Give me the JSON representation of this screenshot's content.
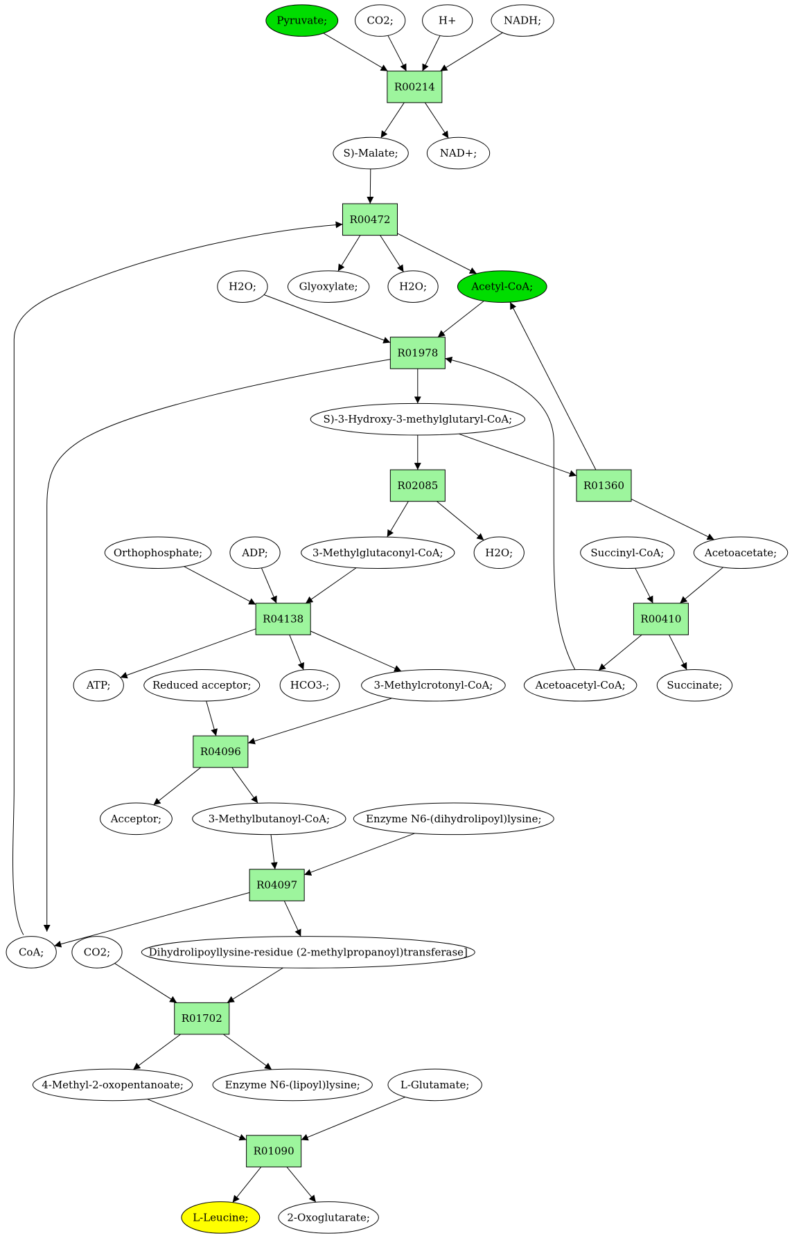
{
  "diagram": {
    "nodes": [
      {
        "id": "pyruvate",
        "label": "Pyruvate;",
        "kind": "compound",
        "fill": "#00dd00"
      },
      {
        "id": "co2_top",
        "label": "CO2;",
        "kind": "compound",
        "fill": "#ffffff"
      },
      {
        "id": "hplus",
        "label": "H+",
        "kind": "compound",
        "fill": "#ffffff"
      },
      {
        "id": "nadh",
        "label": "NADH;",
        "kind": "compound",
        "fill": "#ffffff"
      },
      {
        "id": "r00214",
        "label": "R00214",
        "kind": "reaction",
        "fill": "#9df59d"
      },
      {
        "id": "malate",
        "label": "S)-Malate;",
        "kind": "compound",
        "fill": "#ffffff"
      },
      {
        "id": "nadplus",
        "label": "NAD+;",
        "kind": "compound",
        "fill": "#ffffff"
      },
      {
        "id": "r00472",
        "label": "R00472",
        "kind": "reaction",
        "fill": "#9df59d"
      },
      {
        "id": "h2o_a",
        "label": "H2O;",
        "kind": "compound",
        "fill": "#ffffff"
      },
      {
        "id": "glyoxylate",
        "label": "Glyoxylate;",
        "kind": "compound",
        "fill": "#ffffff"
      },
      {
        "id": "h2o_b",
        "label": "H2O;",
        "kind": "compound",
        "fill": "#ffffff"
      },
      {
        "id": "acetylcoa",
        "label": "Acetyl-CoA;",
        "kind": "compound",
        "fill": "#00dd00"
      },
      {
        "id": "r01978",
        "label": "R01978",
        "kind": "reaction",
        "fill": "#9df59d"
      },
      {
        "id": "hmgcoa",
        "label": "S)-3-Hydroxy-3-methylglutaryl-CoA;",
        "kind": "compound",
        "fill": "#ffffff"
      },
      {
        "id": "r02085",
        "label": "R02085",
        "kind": "reaction",
        "fill": "#9df59d"
      },
      {
        "id": "r01360",
        "label": "R01360",
        "kind": "reaction",
        "fill": "#9df59d"
      },
      {
        "id": "orthophosphate",
        "label": "Orthophosphate;",
        "kind": "compound",
        "fill": "#ffffff"
      },
      {
        "id": "adp",
        "label": "ADP;",
        "kind": "compound",
        "fill": "#ffffff"
      },
      {
        "id": "methylglutaconyl",
        "label": "3-Methylglutaconyl-CoA;",
        "kind": "compound",
        "fill": "#ffffff"
      },
      {
        "id": "h2o_c",
        "label": "H2O;",
        "kind": "compound",
        "fill": "#ffffff"
      },
      {
        "id": "succinylcoa",
        "label": "Succinyl-CoA;",
        "kind": "compound",
        "fill": "#ffffff"
      },
      {
        "id": "acetoacetate",
        "label": "Acetoacetate;",
        "kind": "compound",
        "fill": "#ffffff"
      },
      {
        "id": "r04138",
        "label": "R04138",
        "kind": "reaction",
        "fill": "#9df59d"
      },
      {
        "id": "r00410",
        "label": "R00410",
        "kind": "reaction",
        "fill": "#9df59d"
      },
      {
        "id": "atp",
        "label": "ATP;",
        "kind": "compound",
        "fill": "#ffffff"
      },
      {
        "id": "reducedacceptor",
        "label": "Reduced acceptor;",
        "kind": "compound",
        "fill": "#ffffff"
      },
      {
        "id": "hco3",
        "label": "HCO3-;",
        "kind": "compound",
        "fill": "#ffffff"
      },
      {
        "id": "methylcrotonyl",
        "label": "3-Methylcrotonyl-CoA;",
        "kind": "compound",
        "fill": "#ffffff"
      },
      {
        "id": "acetoacetylcoa",
        "label": "Acetoacetyl-CoA;",
        "kind": "compound",
        "fill": "#ffffff"
      },
      {
        "id": "succinate",
        "label": "Succinate;",
        "kind": "compound",
        "fill": "#ffffff"
      },
      {
        "id": "r04096",
        "label": "R04096",
        "kind": "reaction",
        "fill": "#9df59d"
      },
      {
        "id": "acceptor",
        "label": "Acceptor;",
        "kind": "compound",
        "fill": "#ffffff"
      },
      {
        "id": "methylbutanoyl",
        "label": "3-Methylbutanoyl-CoA;",
        "kind": "compound",
        "fill": "#ffffff"
      },
      {
        "id": "enzymedihydro",
        "label": "Enzyme N6-(dihydrolipoyl)lysine;",
        "kind": "compound",
        "fill": "#ffffff"
      },
      {
        "id": "r04097",
        "label": "R04097",
        "kind": "reaction",
        "fill": "#9df59d"
      },
      {
        "id": "coa",
        "label": "CoA;",
        "kind": "compound",
        "fill": "#ffffff"
      },
      {
        "id": "co2_b",
        "label": "CO2;",
        "kind": "compound",
        "fill": "#ffffff"
      },
      {
        "id": "dihydrolipoyl",
        "label": "Dihydrolipoyllysine-residue (2-methylpropanoyl)transferase]",
        "kind": "compound",
        "fill": "#ffffff"
      },
      {
        "id": "r01702",
        "label": "R01702",
        "kind": "reaction",
        "fill": "#9df59d"
      },
      {
        "id": "methyloxopentanoate",
        "label": "4-Methyl-2-oxopentanoate;",
        "kind": "compound",
        "fill": "#ffffff"
      },
      {
        "id": "enzymelipoyl",
        "label": "Enzyme N6-(lipoyl)lysine;",
        "kind": "compound",
        "fill": "#ffffff"
      },
      {
        "id": "lglutamate",
        "label": "L-Glutamate;",
        "kind": "compound",
        "fill": "#ffffff"
      },
      {
        "id": "r01090",
        "label": "R01090",
        "kind": "reaction",
        "fill": "#9df59d"
      },
      {
        "id": "lleucine",
        "label": "L-Leucine;",
        "kind": "compound",
        "fill": "#ffff00"
      },
      {
        "id": "oxoglutarate",
        "label": "2-Oxoglutarate;",
        "kind": "compound",
        "fill": "#ffffff"
      }
    ],
    "edges": [
      {
        "from": "pyruvate",
        "to": "r00214"
      },
      {
        "from": "co2_top",
        "to": "r00214"
      },
      {
        "from": "hplus",
        "to": "r00214"
      },
      {
        "from": "nadh",
        "to": "r00214"
      },
      {
        "from": "r00214",
        "to": "malate"
      },
      {
        "from": "r00214",
        "to": "nadplus"
      },
      {
        "from": "malate",
        "to": "r00472"
      },
      {
        "from": "r00472",
        "to": "glyoxylate"
      },
      {
        "from": "r00472",
        "to": "h2o_b"
      },
      {
        "from": "r00472",
        "to": "acetylcoa"
      },
      {
        "from": "coa",
        "to": "r00472"
      },
      {
        "from": "h2o_a",
        "to": "r01978"
      },
      {
        "from": "acetylcoa",
        "to": "r01978"
      },
      {
        "from": "acetoacetylcoa",
        "to": "r01978"
      },
      {
        "from": "r01978",
        "to": "hmgcoa"
      },
      {
        "from": "r01978",
        "to": "coa"
      },
      {
        "from": "hmgcoa",
        "to": "r02085"
      },
      {
        "from": "hmgcoa",
        "to": "r01360"
      },
      {
        "from": "r01360",
        "to": "acetylcoa"
      },
      {
        "from": "r01360",
        "to": "acetoacetate"
      },
      {
        "from": "r02085",
        "to": "methylglutaconyl"
      },
      {
        "from": "r02085",
        "to": "h2o_c"
      },
      {
        "from": "orthophosphate",
        "to": "r04138"
      },
      {
        "from": "adp",
        "to": "r04138"
      },
      {
        "from": "methylglutaconyl",
        "to": "r04138"
      },
      {
        "from": "succinylcoa",
        "to": "r00410"
      },
      {
        "from": "acetoacetate",
        "to": "r00410"
      },
      {
        "from": "r00410",
        "to": "acetoacetylcoa"
      },
      {
        "from": "r00410",
        "to": "succinate"
      },
      {
        "from": "r04138",
        "to": "atp"
      },
      {
        "from": "r04138",
        "to": "hco3"
      },
      {
        "from": "r04138",
        "to": "methylcrotonyl"
      },
      {
        "from": "reducedacceptor",
        "to": "r04096"
      },
      {
        "from": "methylcrotonyl",
        "to": "r04096"
      },
      {
        "from": "r04096",
        "to": "acceptor"
      },
      {
        "from": "r04096",
        "to": "methylbutanoyl"
      },
      {
        "from": "methylbutanoyl",
        "to": "r04097"
      },
      {
        "from": "enzymedihydro",
        "to": "r04097"
      },
      {
        "from": "r04097",
        "to": "coa"
      },
      {
        "from": "r04097",
        "to": "dihydrolipoyl"
      },
      {
        "from": "co2_b",
        "to": "r01702"
      },
      {
        "from": "dihydrolipoyl",
        "to": "r01702"
      },
      {
        "from": "r01702",
        "to": "methyloxopentanoate"
      },
      {
        "from": "r01702",
        "to": "enzymelipoyl"
      },
      {
        "from": "methyloxopentanoate",
        "to": "r01090"
      },
      {
        "from": "lglutamate",
        "to": "r01090"
      },
      {
        "from": "r01090",
        "to": "lleucine"
      },
      {
        "from": "r01090",
        "to": "oxoglutarate"
      }
    ]
  }
}
